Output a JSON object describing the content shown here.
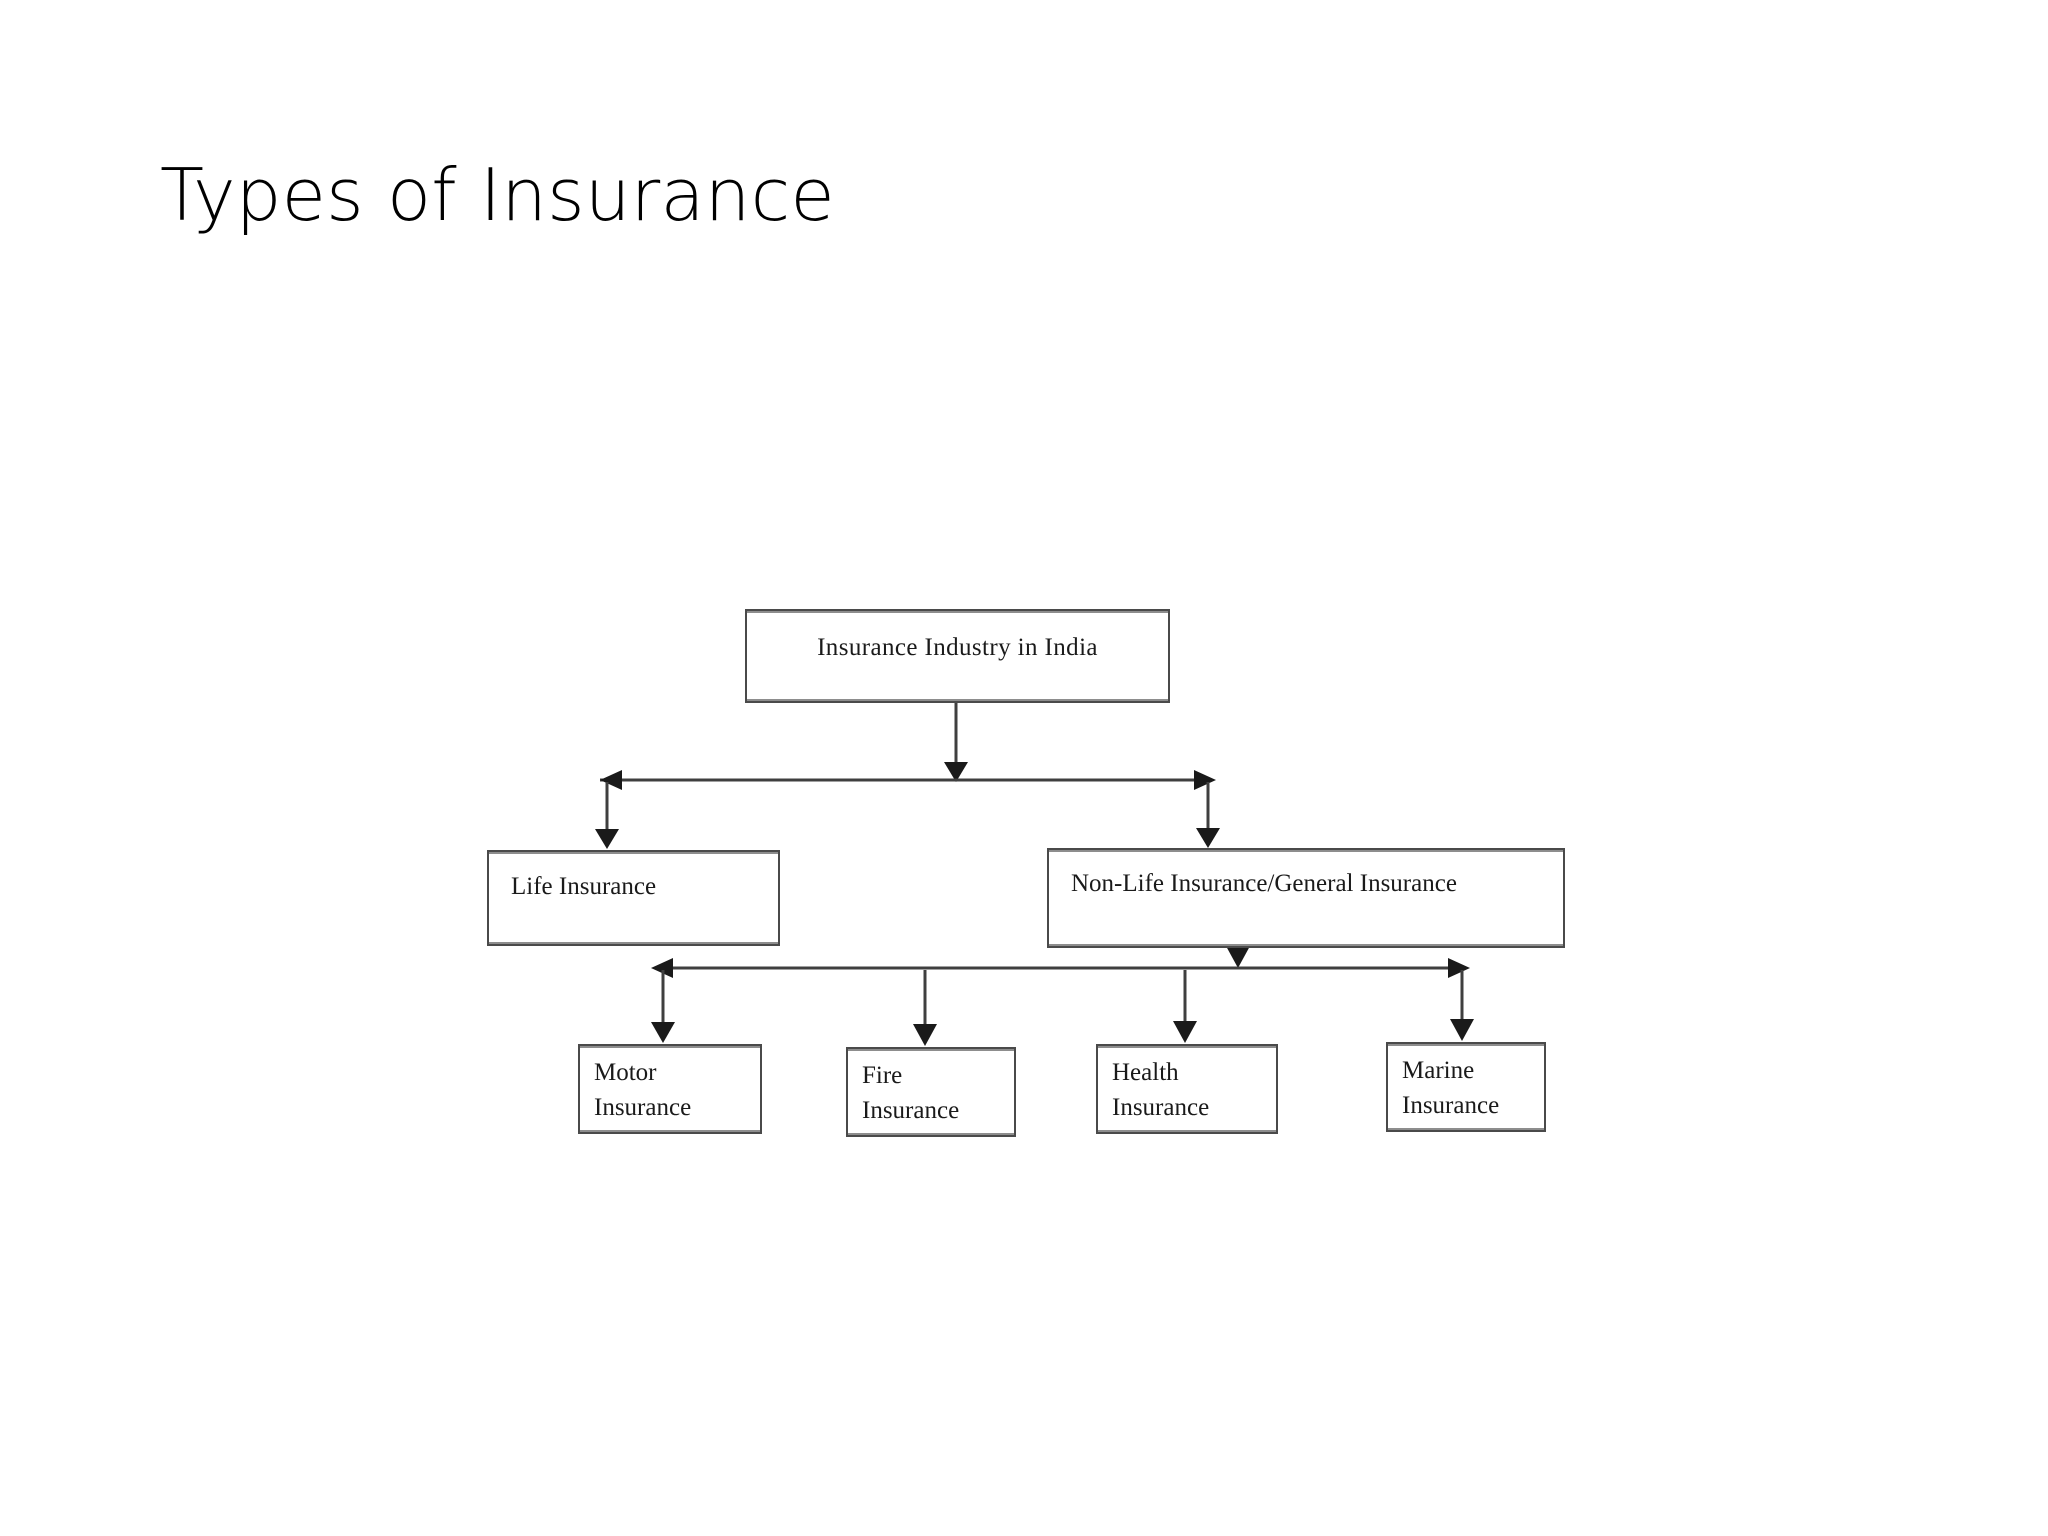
{
  "slide": {
    "title": "Types of Insurance",
    "background_color": "#ffffff",
    "text_color": "#000000"
  },
  "diagram": {
    "kind": "tree-hierarchy",
    "line_color": "#3f3f3f",
    "box_border_color": "#4a4a4a",
    "box_fill_color": "#ffffff",
    "root": {
      "id": "root",
      "label": "Insurance Industry in India"
    },
    "level2": [
      {
        "id": "life",
        "label": "Life Insurance"
      },
      {
        "id": "nonlife",
        "label": "Non-Life Insurance/General Insurance"
      }
    ],
    "level3": [
      {
        "id": "motor",
        "label": "Motor\nInsurance"
      },
      {
        "id": "fire",
        "label": "Fire\nInsurance"
      },
      {
        "id": "health",
        "label": "Health\nInsurance"
      },
      {
        "id": "marine",
        "label": "Marine\nInsurance"
      }
    ]
  }
}
